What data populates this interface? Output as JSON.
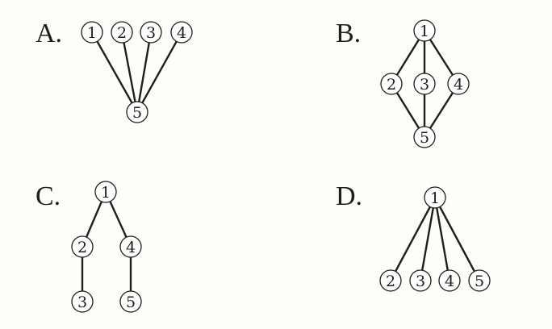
{
  "options": [
    {
      "label": "A.",
      "nodes": [
        {
          "id": "1",
          "text": "1"
        },
        {
          "id": "2",
          "text": "2"
        },
        {
          "id": "3",
          "text": "3"
        },
        {
          "id": "4",
          "text": "4"
        },
        {
          "id": "5",
          "text": "5"
        }
      ],
      "edges": [
        [
          "1",
          "5"
        ],
        [
          "2",
          "5"
        ],
        [
          "3",
          "5"
        ],
        [
          "4",
          "5"
        ]
      ]
    },
    {
      "label": "B.",
      "nodes": [
        {
          "id": "1",
          "text": "1"
        },
        {
          "id": "2",
          "text": "2"
        },
        {
          "id": "3",
          "text": "3"
        },
        {
          "id": "4",
          "text": "4"
        },
        {
          "id": "5",
          "text": "5"
        }
      ],
      "edges": [
        [
          "1",
          "2"
        ],
        [
          "1",
          "3"
        ],
        [
          "1",
          "4"
        ],
        [
          "2",
          "5"
        ],
        [
          "3",
          "5"
        ],
        [
          "4",
          "5"
        ]
      ]
    },
    {
      "label": "C.",
      "nodes": [
        {
          "id": "1",
          "text": "1"
        },
        {
          "id": "2",
          "text": "2"
        },
        {
          "id": "3",
          "text": "3"
        },
        {
          "id": "4",
          "text": "4"
        },
        {
          "id": "5",
          "text": "5"
        }
      ],
      "edges": [
        [
          "1",
          "2"
        ],
        [
          "1",
          "4"
        ],
        [
          "2",
          "3"
        ],
        [
          "4",
          "5"
        ]
      ]
    },
    {
      "label": "D.",
      "nodes": [
        {
          "id": "1",
          "text": "1"
        },
        {
          "id": "2",
          "text": "2"
        },
        {
          "id": "3",
          "text": "3"
        },
        {
          "id": "4",
          "text": "4"
        },
        {
          "id": "5",
          "text": "5"
        }
      ],
      "edges": [
        [
          "1",
          "2"
        ],
        [
          "1",
          "3"
        ],
        [
          "1",
          "4"
        ],
        [
          "1",
          "5"
        ]
      ]
    }
  ]
}
